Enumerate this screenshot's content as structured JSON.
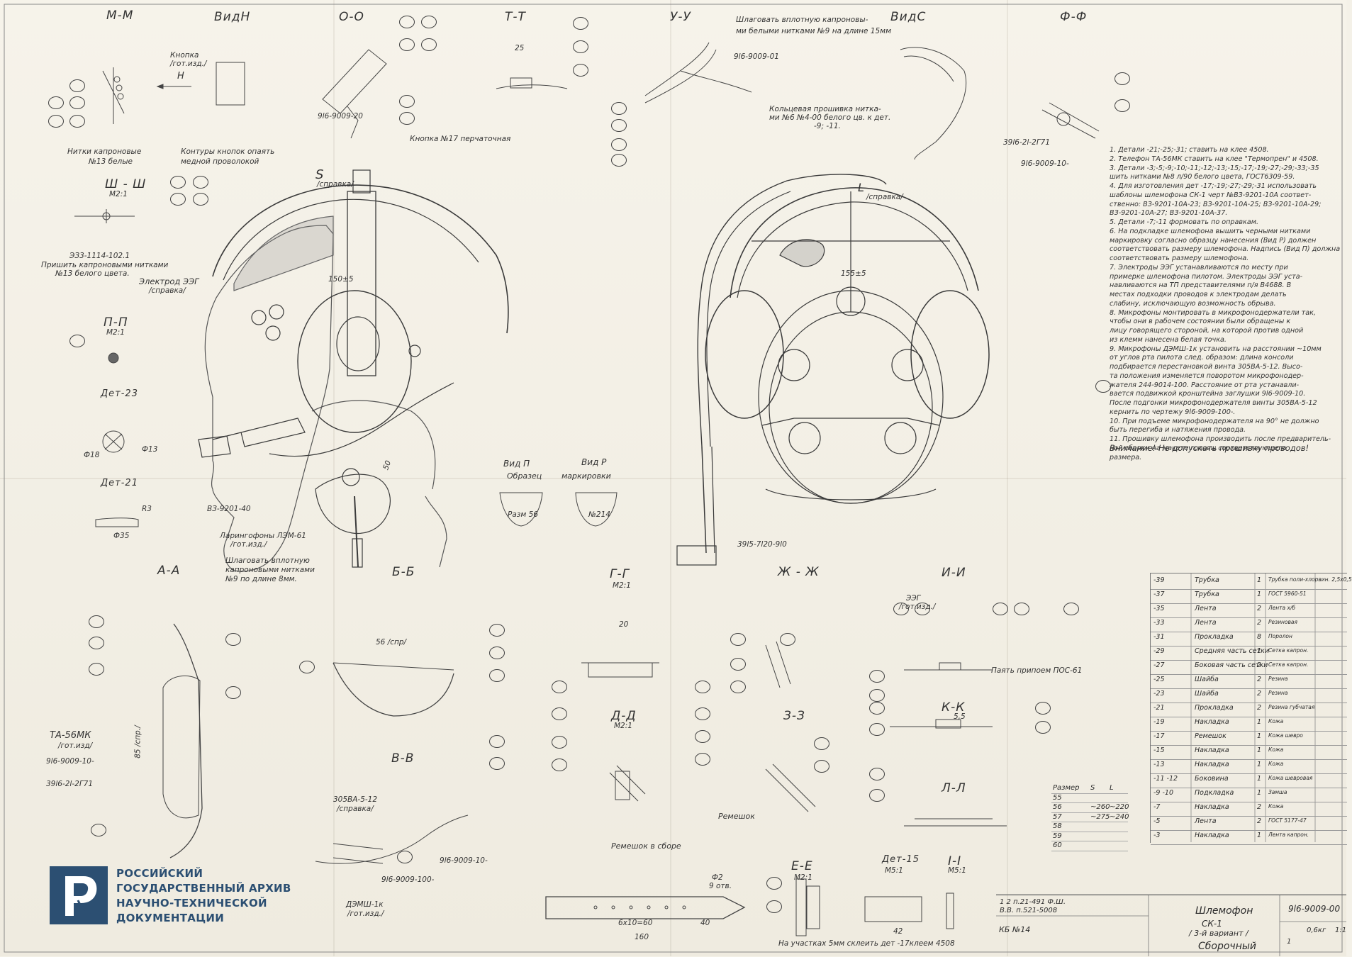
{
  "sections": {
    "mm": "М-М",
    "vid_n": "ВидН",
    "oo": "О-О",
    "tt": "Т-Т",
    "uu": "У-У",
    "vid_s": "ВидС",
    "ff": "Ф-Ф",
    "iii": "Ш - Ш",
    "ii_ii": "П-П",
    "det23": "Дет-23",
    "det21": "Дет-21",
    "aa": "А-А",
    "bb": "Б-Б",
    "gg": "Г-Г",
    "zhzh": "Ж - Ж",
    "ii": "И-И",
    "kk": "К-К",
    "dd": "Д-Д",
    "zz": "З-З",
    "vv": "В-В",
    "ll": "Л-Л",
    "ee": "Е-Е",
    "det15": "Дет-15",
    "i_i": "I-I",
    "vid_p": "Вид П",
    "vid_r": "Вид Р",
    "obrazec": "Образец",
    "markirovki": "маркировки",
    "remeshok_v_sbore": "Ремешок в сборе",
    "remeshok": "Ремешок"
  },
  "scales": {
    "m21": "М2:1",
    "m51": "М5:1"
  },
  "annotations": {
    "knopka": "Кнопка",
    "knopka_sub": "/гот.изд./",
    "h": "Н",
    "nitki1": "Нитки капроновые",
    "nitki2": "№13 белые",
    "kontury1": "Контуры кнопок опаять",
    "kontury2": "медной проволокой",
    "knopka17": "Кнопка №17 перчаточная",
    "shtep_top1": "Шлаговать вплотную капроновы-",
    "shtep_top2": "ми белыми нитками №9 на длине 15мм",
    "kolc1": "Кольцевая прошивка нитка-",
    "kolc2": "ми №6 №4-00 белого цв. к дет.",
    "kolc3": "-9; -11.",
    "s": "S",
    "s_sub": "/справка/",
    "l": "L",
    "l_sub": "/справка/",
    "elektrod": "Электрод ЭЭГ",
    "elektrod_sub": "/справка/",
    "e23": "ЭЗ3-1114-102.1",
    "prishit1": "Пришить капроновыми нитками",
    "prishit2": "№13 белого цвета.",
    "dim150": "150±5",
    "dim155": "155±5",
    "v3_9201_40": "ВЗ-9201-40",
    "laringofony": "Ларингофоны ЛЭМ-61",
    "laringofony_sub": "/гот.изд./",
    "shtep_bot1": "Шлаговать вплотную",
    "shtep_bot2": "капроновыми нитками",
    "shtep_bot3": "№9 по длине 8мм.",
    "d916_20": "9l6-9009-20",
    "d916_01": "9l6-9009-01",
    "d916_10": "9l6-9009-10-",
    "d3916": "39l6-2l-2Г71",
    "d3915": "39l5-7l20-9l0",
    "ta56": "ТА-56МК",
    "ta56_sub": "/гот.изд/",
    "d916_10b": "9l6-9009-10-",
    "d3916b": "39l6-2l-2Г71",
    "d305": "305ВА-5-12",
    "d305_sub": "/справка/",
    "d916_100": "9l6-9009-100-",
    "d916_10c": "9l6-9009-10-",
    "demsh": "ДЭМШ-1к",
    "demsh_sub": "/гот.изд./",
    "eeg": "ЭЭГ",
    "eeg_sub": "/гот.изд./",
    "payat": "Паять припоем ПОС-61",
    "sklejt": "На участках 5мм склеить дет -17клеем 4508",
    "phi2": "Ф2",
    "otv": "9 отв.",
    "dim160": "160",
    "dim40": "40",
    "dim_6x10": "6х10=60",
    "dim20": "20",
    "dim56": "56 /спр/",
    "dim85": "85 /спр./",
    "r3": "R3",
    "phi35": "Ф35",
    "phi13": "Ф13",
    "phi18": "Ф18",
    "razm56": "Разм 56",
    "n214": "№214",
    "dim55": "5,5",
    "dim42": "42",
    "dim25": "25",
    "dim50": "50"
  },
  "notes": [
    "1. Детали -21;-25;-31; ставить на клее 4508.",
    "2. Телефон ТА-56МК ставить на клее \"Термопрен\" и 4508.",
    "3. Детали -3;-5;-9;-10;-11;-12;-13;-15;-17;-19;-27;-29;-33;-35",
    "   шить нитками №8 л/90 белого цвета, ГОСТ6309-59.",
    "4. Для изготовления дет -17;-19;-27;-29;-31 использовать",
    "   шаблоны шлемофона СК-1 черт №ВЗ-9201-10А соответ-",
    "   ственно: ВЗ-9201-10А-23; ВЗ-9201-10А-25; ВЗ-9201-10А-29;",
    "   ВЗ-9201-10А-27; ВЗ-9201-10А-37.",
    "5. Детали -7;-11 формовать по оправкам.",
    "6. На подкладке шлемофона вышить черными нитками",
    "   маркировку согласно образцу нанесения (Вид Р) должен",
    "   соответствовать размеру шлемофона. Надпись (Вид П) должна",
    "   соответствовать размеру шлемофона.",
    "7. Электроды ЭЭГ устанавливаются по месту при",
    "   примерке шлемофона пилотом. Электроды ЭЭГ уста-",
    "   навливаются на ТП представителями п/я В4688. В",
    "   местах подходки проводов к электродам делать",
    "   слабину, исключающую возможность обрыва.",
    "8. Микрофоны монтировать в микрофонодержатели так,",
    "   чтобы они в рабочем состоянии были обращены к",
    "   лицу говорящего стороной, на которой против одной",
    "   из клемм нанесена белая точка.",
    "9. Микрофоны ДЭМШ-1к установить на расстоянии ~10мм",
    "   от углов рта пилота след. образом: длина консоли",
    "   подбирается перестановкой винта 305ВА-5-12. Высо-",
    "   та положения изменяется поворотом микрофонодер-",
    "   жателя 244-9014-100. Расстояние от рта устанавли-",
    "   вается подвижкой кронштейна заглушки 9l6-9009-10.",
    "   После подгонки микрофонодержателя винты 305ВА-5-12",
    "   кернить по чертежу 9l6-9009-100-.",
    "10. При подъеме микрофонодержателя на 90° не должно",
    "   быть перегиба и натяжения провода.",
    "11. Прошивку шлемофона производить после предваритель-",
    "   ной сборки на макете головы соответствующего",
    "   размера."
  ],
  "warning": "Внимание! Не допускать прошивку проводов!",
  "bom": [
    [
      "-39",
      "Трубка",
      "1",
      "Трубка поли-хлорвин. 2,5х0,5"
    ],
    [
      "-37",
      "Трубка",
      "1",
      "ГОСТ 5960-51"
    ],
    [
      "-35",
      "Лента",
      "2",
      "Лента х/б"
    ],
    [
      "-33",
      "Лента",
      "2",
      "Резиновая"
    ],
    [
      "-31",
      "Прокладка",
      "8",
      "Поролон"
    ],
    [
      "-29",
      "Средняя часть сетки",
      "1",
      "Сетка капрон."
    ],
    [
      "-27",
      "Боковая часть сетки",
      "2",
      "Сетка капрон."
    ],
    [
      "-25",
      "Шайба",
      "2",
      "Резина"
    ],
    [
      "-23",
      "Шайба",
      "2",
      "Резина"
    ],
    [
      "-21",
      "Прокладка",
      "2",
      "Резина губчатая"
    ],
    [
      "-19",
      "Накладка",
      "1",
      "Кожа"
    ],
    [
      "-17",
      "Ремешок",
      "1",
      "Кожа шевро"
    ],
    [
      "-15",
      "Накладка",
      "1",
      "Кожа"
    ],
    [
      "-13",
      "Накладка",
      "1",
      "Кожа"
    ],
    [
      "-11 -12",
      "Боковина",
      "1",
      "Кожа шевровая"
    ],
    [
      "-9 -10",
      "Подкладка",
      "1",
      "Замша"
    ],
    [
      "-7",
      "Накладка",
      "2",
      "Кожа"
    ],
    [
      "-5",
      "Лента",
      "2",
      "ГОСТ 5177-47"
    ],
    [
      "-3",
      "Накладка",
      "1",
      "Лента капрон."
    ]
  ],
  "size_table": {
    "header": [
      "Размер",
      "S",
      "L"
    ],
    "rows": [
      [
        "55",
        "",
        ""
      ],
      [
        "56",
        "~260",
        "~220"
      ],
      [
        "57",
        "~275",
        "~240"
      ],
      [
        "58",
        "",
        ""
      ],
      [
        "59",
        "",
        ""
      ],
      [
        "60",
        "",
        ""
      ]
    ]
  },
  "title_block": {
    "name1": "Шлемофон",
    "name2": "СК-1",
    "name3": "/ 3-й вариант /",
    "name4": "Сборочный",
    "doc_number": "9l6-9009-00",
    "scale": "1:1",
    "mass": "0,6кг",
    "sheet": "1",
    "code": "КБ №14",
    "rev1": "1  2  п.21-491 Ф.Ш.",
    "rev2": "В.В.  п.521-5008"
  },
  "archive": {
    "line1": "РОССИЙСКИЙ",
    "line2": "ГОСУДАРСТВЕННЫЙ АРХИВ",
    "line3": "НАУЧНО-ТЕХНИЧЕСКОЙ",
    "line4": "ДОКУМЕНТАЦИИ"
  },
  "colors": {
    "paper": "#f4f1e8",
    "ink": "#2b2b2b",
    "archive_blue": "#2c4f72"
  }
}
